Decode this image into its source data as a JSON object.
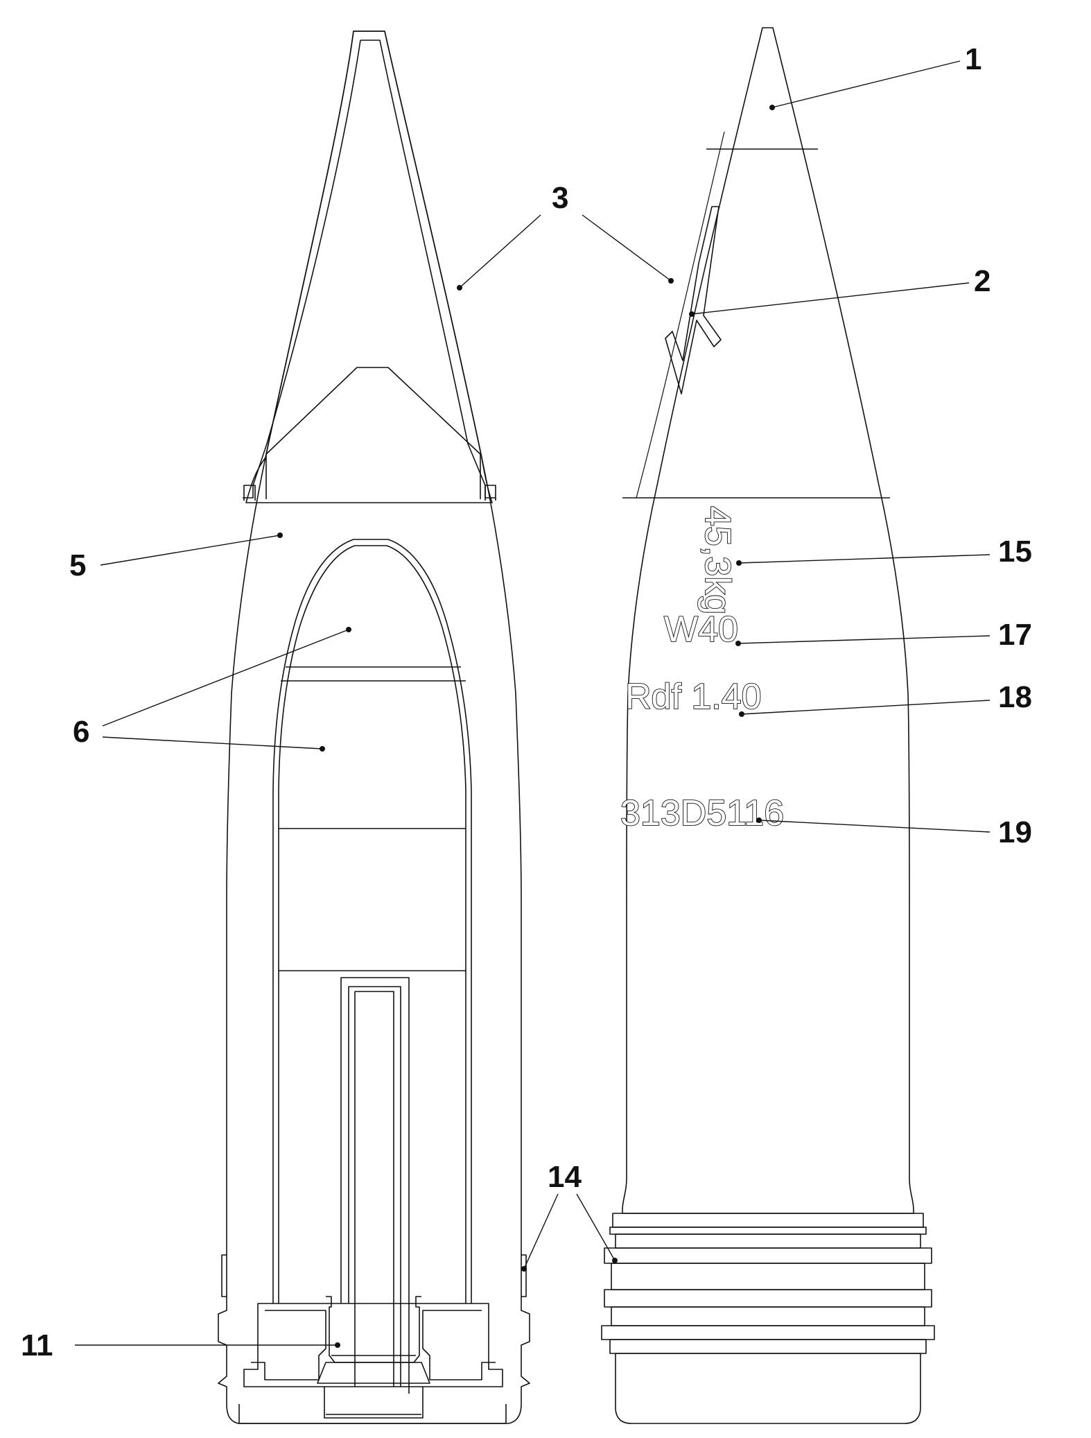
{
  "callouts": {
    "c1": "1",
    "c2": "2",
    "c3": "3",
    "c5": "5",
    "c6": "6",
    "c11": "11",
    "c14": "14",
    "c15": "15",
    "c17": "17",
    "c18": "18",
    "c19": "19"
  },
  "markings": {
    "weight": "45,3kg",
    "code_w": "W40",
    "rdf": "Rdf 1.40",
    "lot": "313D5116"
  }
}
